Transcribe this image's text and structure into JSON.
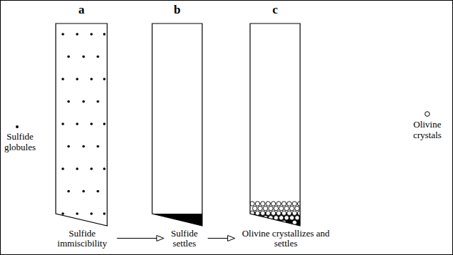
{
  "diagram": {
    "nodes": [
      {
        "text": [
          "a"
        ]
      },
      {
        "text": [
          "b"
        ]
      },
      {
        "text": [
          "c"
        ]
      },
      {
        "text": [
          "Sulfide immiscibility"
        ]
      },
      {
        "text": [
          "Sulfide settles"
        ]
      },
      {
        "text": [
          "Olivine crystallizes and settles"
        ]
      }
    ],
    "edges": [
      {
        "from": 3,
        "to": 4,
        "arrow": "to"
      },
      {
        "from": 4,
        "to": 5,
        "arrow": "to"
      }
    ],
    "labels": [
      "Sulfide globules",
      "Olivine crystals"
    ]
  }
}
